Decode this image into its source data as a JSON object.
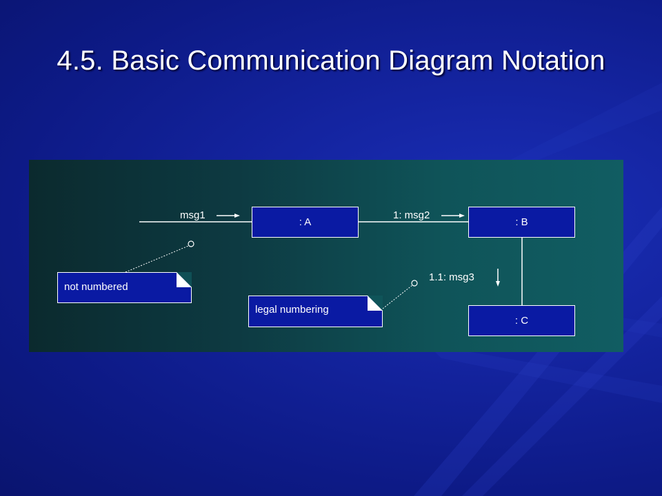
{
  "slide": {
    "title": "4.5. Basic Communication Diagram Notation"
  },
  "diagram": {
    "objects": {
      "a": ": A",
      "b": ": B",
      "c": ": C"
    },
    "messages": {
      "m1": "msg1",
      "m2": "1: msg2",
      "m3": "1.1: msg3"
    },
    "notes": {
      "not_numbered": "not numbered",
      "legal_numbering": "legal numbering"
    },
    "colors": {
      "object_fill": "#0a1aa3",
      "panel_left": "#0b2a2e",
      "panel_right": "#115d62",
      "line": "#ffffff"
    }
  }
}
